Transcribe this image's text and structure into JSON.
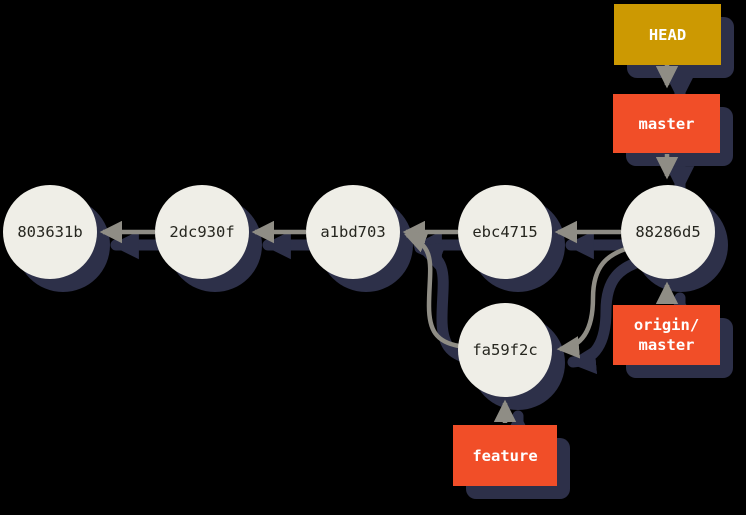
{
  "background": "#000000",
  "colors": {
    "commit_fill": "#efeee7",
    "commit_text": "#26261f",
    "shadow": "#2d3049",
    "arrow": "#8f8d85",
    "head_box_fill": "#cc9902",
    "branch_box_fill": "#f14e28",
    "box_text": "#ffffff"
  },
  "commits": [
    {
      "id": "803631b"
    },
    {
      "id": "2dc930f"
    },
    {
      "id": "a1bd703"
    },
    {
      "id": "ebc4715"
    },
    {
      "id": "88286d5"
    },
    {
      "id": "fa59f2c"
    }
  ],
  "refs": {
    "head": {
      "label": "HEAD",
      "points_to": "master"
    },
    "master": {
      "label": "master",
      "points_to": "88286d5"
    },
    "origin_master": {
      "label": "origin/master",
      "lines": [
        "origin/",
        "master"
      ],
      "points_to": "88286d5"
    },
    "feature": {
      "label": "feature",
      "points_to": "fa59f2c"
    }
  },
  "edges": [
    {
      "from": "2dc930f",
      "to": "803631b"
    },
    {
      "from": "a1bd703",
      "to": "2dc930f"
    },
    {
      "from": "ebc4715",
      "to": "a1bd703"
    },
    {
      "from": "fa59f2c",
      "to": "a1bd703"
    },
    {
      "from": "88286d5",
      "to": "ebc4715"
    },
    {
      "from": "88286d5",
      "to": "fa59f2c"
    }
  ]
}
